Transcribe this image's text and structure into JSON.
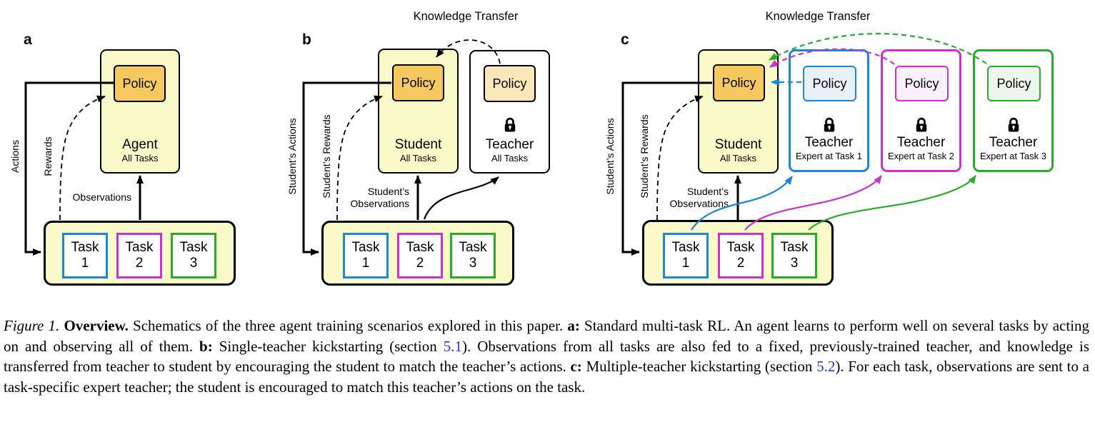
{
  "colors": {
    "yellow": "#FAFAC8",
    "orange": "#F6C95F",
    "cream": "#FAE8B8",
    "blue": "#1B87D6",
    "magenta": "#D02FD0",
    "green": "#27AD27",
    "blue_tint": "#E8F1FA",
    "magenta_tint": "#FBF0FB",
    "green_tint": "#EDF6ED",
    "link": "#2839C3"
  },
  "panels": {
    "a": {
      "label": "a",
      "agent": {
        "policy": "Policy",
        "title": "Agent",
        "subtitle": "All Tasks"
      },
      "edge_labels": {
        "actions": "Actions",
        "rewards": "Rewards",
        "observations": "Observations"
      },
      "tasks": [
        {
          "line1": "Task",
          "line2": "1"
        },
        {
          "line1": "Task",
          "line2": "2"
        },
        {
          "line1": "Task",
          "line2": "3"
        }
      ]
    },
    "b": {
      "label": "b",
      "title": "Knowledge Transfer",
      "student": {
        "policy": "Policy",
        "title": "Student",
        "subtitle": "All Tasks"
      },
      "teacher": {
        "policy": "Policy",
        "title": "Teacher",
        "subtitle": "All Tasks"
      },
      "edge_labels": {
        "actions": "Student’s Actions",
        "rewards": "Student’s Rewards",
        "observations_line1": "Student’s",
        "observations_line2": "Observations"
      },
      "tasks": [
        {
          "line1": "Task",
          "line2": "1"
        },
        {
          "line1": "Task",
          "line2": "2"
        },
        {
          "line1": "Task",
          "line2": "3"
        }
      ]
    },
    "c": {
      "label": "c",
      "title": "Knowledge Transfer",
      "student": {
        "policy": "Policy",
        "title": "Student",
        "subtitle": "All Tasks"
      },
      "teachers": [
        {
          "policy": "Policy",
          "title": "Teacher",
          "subtitle": "Expert at Task 1"
        },
        {
          "policy": "Policy",
          "title": "Teacher",
          "subtitle": "Expert at Task 2"
        },
        {
          "policy": "Policy",
          "title": "Teacher",
          "subtitle": "Expert at Task 3"
        }
      ],
      "edge_labels": {
        "actions": "Student’s Actions",
        "rewards": "Student’s Rewards",
        "observations_line1": "Student’s",
        "observations_line2": "Observations"
      },
      "tasks": [
        {
          "line1": "Task",
          "line2": "1"
        },
        {
          "line1": "Task",
          "line2": "2"
        },
        {
          "line1": "Task",
          "line2": "3"
        }
      ]
    }
  },
  "caption": {
    "figure_label": "Figure 1.",
    "overview": "Overview.",
    "text_intro": "Schematics of the three agent training scenarios explored in this paper.",
    "a_label": "a:",
    "text_a": "Standard multi-task RL. An agent learns to perform well on several tasks by acting on and observing all of them.",
    "b_label": "b:",
    "text_b1": "Single-teacher kickstarting (section",
    "link_b": "5.1",
    "text_b2": "). Observations from all tasks are also fed to a fixed, previously-trained teacher, and knowledge is transferred from teacher to student by encouraging the student to match the teacher’s actions.",
    "c_label": "c:",
    "text_c1": "Multiple-teacher kickstarting (section",
    "link_c": "5.2",
    "text_c2": "). For each task, observations are sent to a task-specific expert teacher; the student is encouraged to match this teacher’s actions on the task."
  }
}
